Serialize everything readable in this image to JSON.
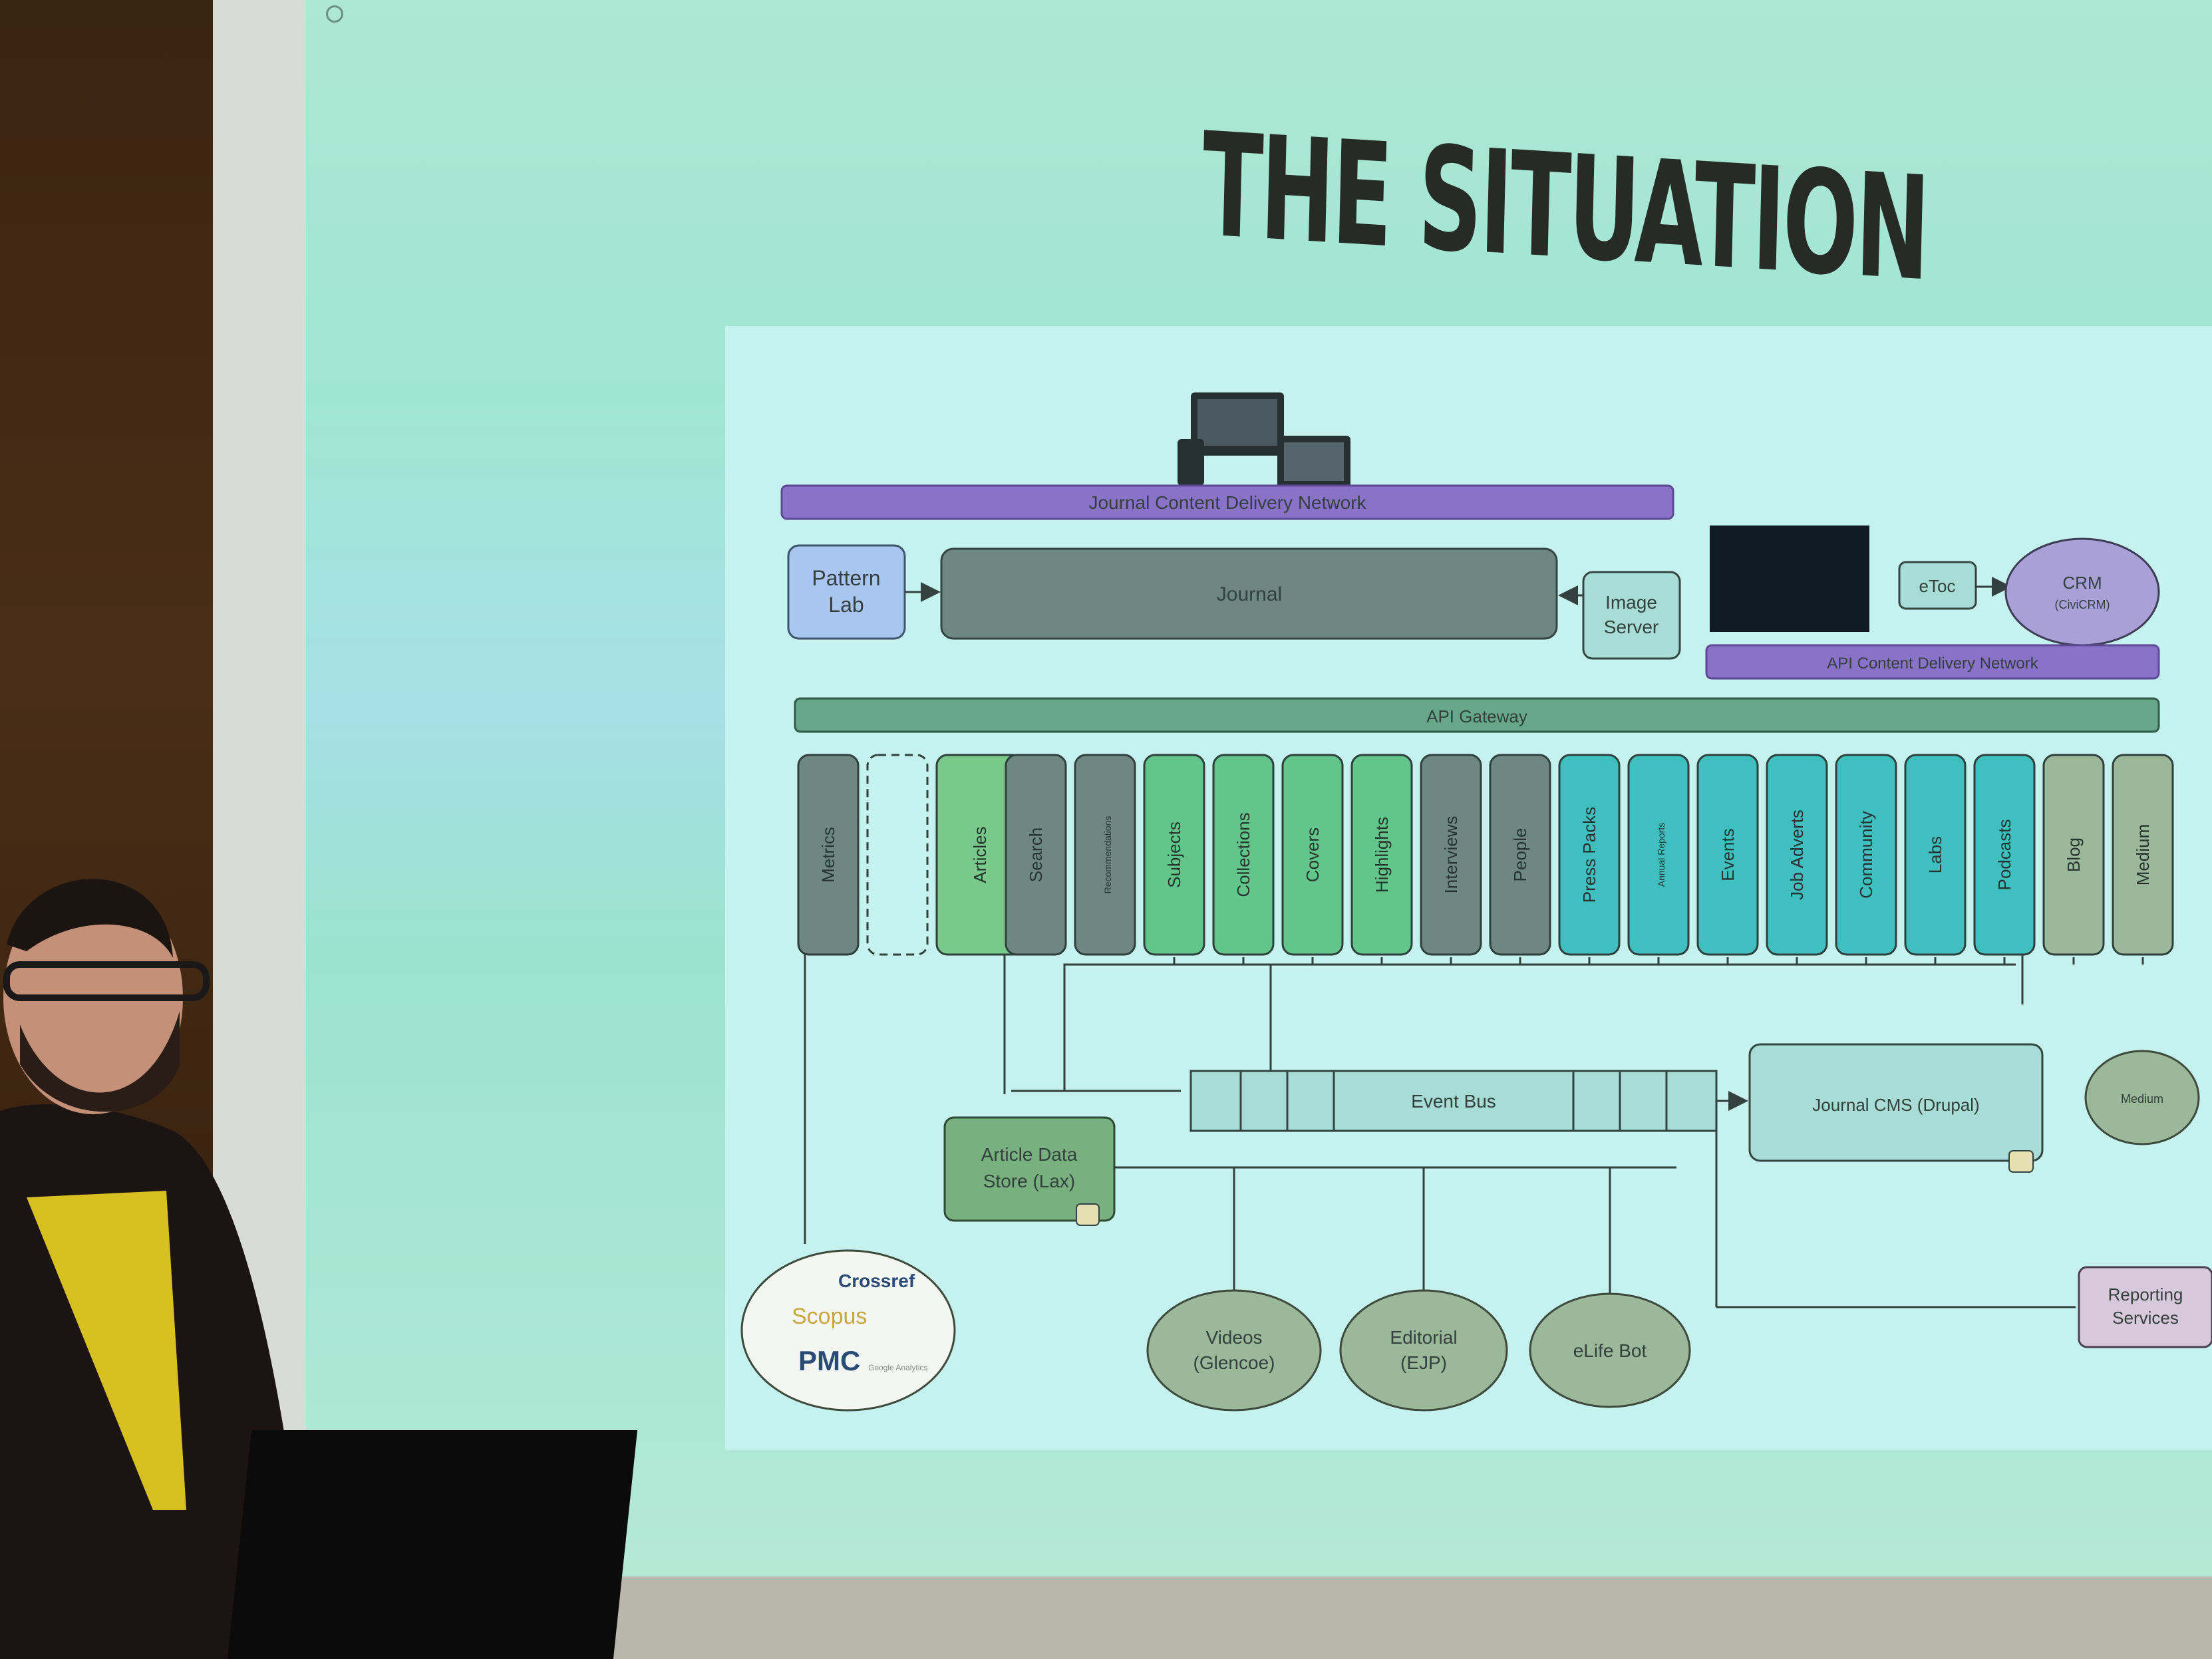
{
  "slide": {
    "title": "THE SITUATION"
  },
  "diagram": {
    "journal_cdn": "Journal Content Delivery Network",
    "pattern_lab": [
      "Pattern",
      "Lab"
    ],
    "journal": "Journal",
    "image_server": [
      "Image",
      "Server"
    ],
    "etoc": "eToc",
    "crm": [
      "CRM",
      "(CiviCRM)"
    ],
    "api_cdn": "API Content Delivery Network",
    "api_gateway": "API Gateway",
    "services": [
      "Metrics",
      "",
      "Articles",
      "Search",
      "Recommendations",
      "Subjects",
      "Collections",
      "Covers",
      "Highlights",
      "Interviews",
      "People",
      "Press Packs",
      "Annual Reports",
      "Events",
      "Job Adverts",
      "Community",
      "Labs",
      "Podcasts",
      "Blog",
      "Medium"
    ],
    "event_bus": "Event Bus",
    "journal_cms": "Journal CMS (Drupal)",
    "medium_cloud": "Medium",
    "article_store": [
      "Article Data",
      "Store (Lax)"
    ],
    "reporting": [
      "Reporting",
      "Services"
    ],
    "external_sources": [
      "Scopus",
      "Crossref",
      "PMC",
      "Google Analytics"
    ],
    "clouds": [
      [
        "Videos",
        "(Glencoe)"
      ],
      [
        "Editorial",
        "(EJP)"
      ],
      [
        "eLife Bot"
      ]
    ]
  },
  "colors": {
    "cdn_purple": "#8a72c8",
    "gateway_green": "#67a88a",
    "slate": "#6f8782",
    "article_green": "#78c98a",
    "service_green": "#62c58a",
    "service_teal": "#3fbfbf",
    "cloud_green": "#9bb89a"
  }
}
